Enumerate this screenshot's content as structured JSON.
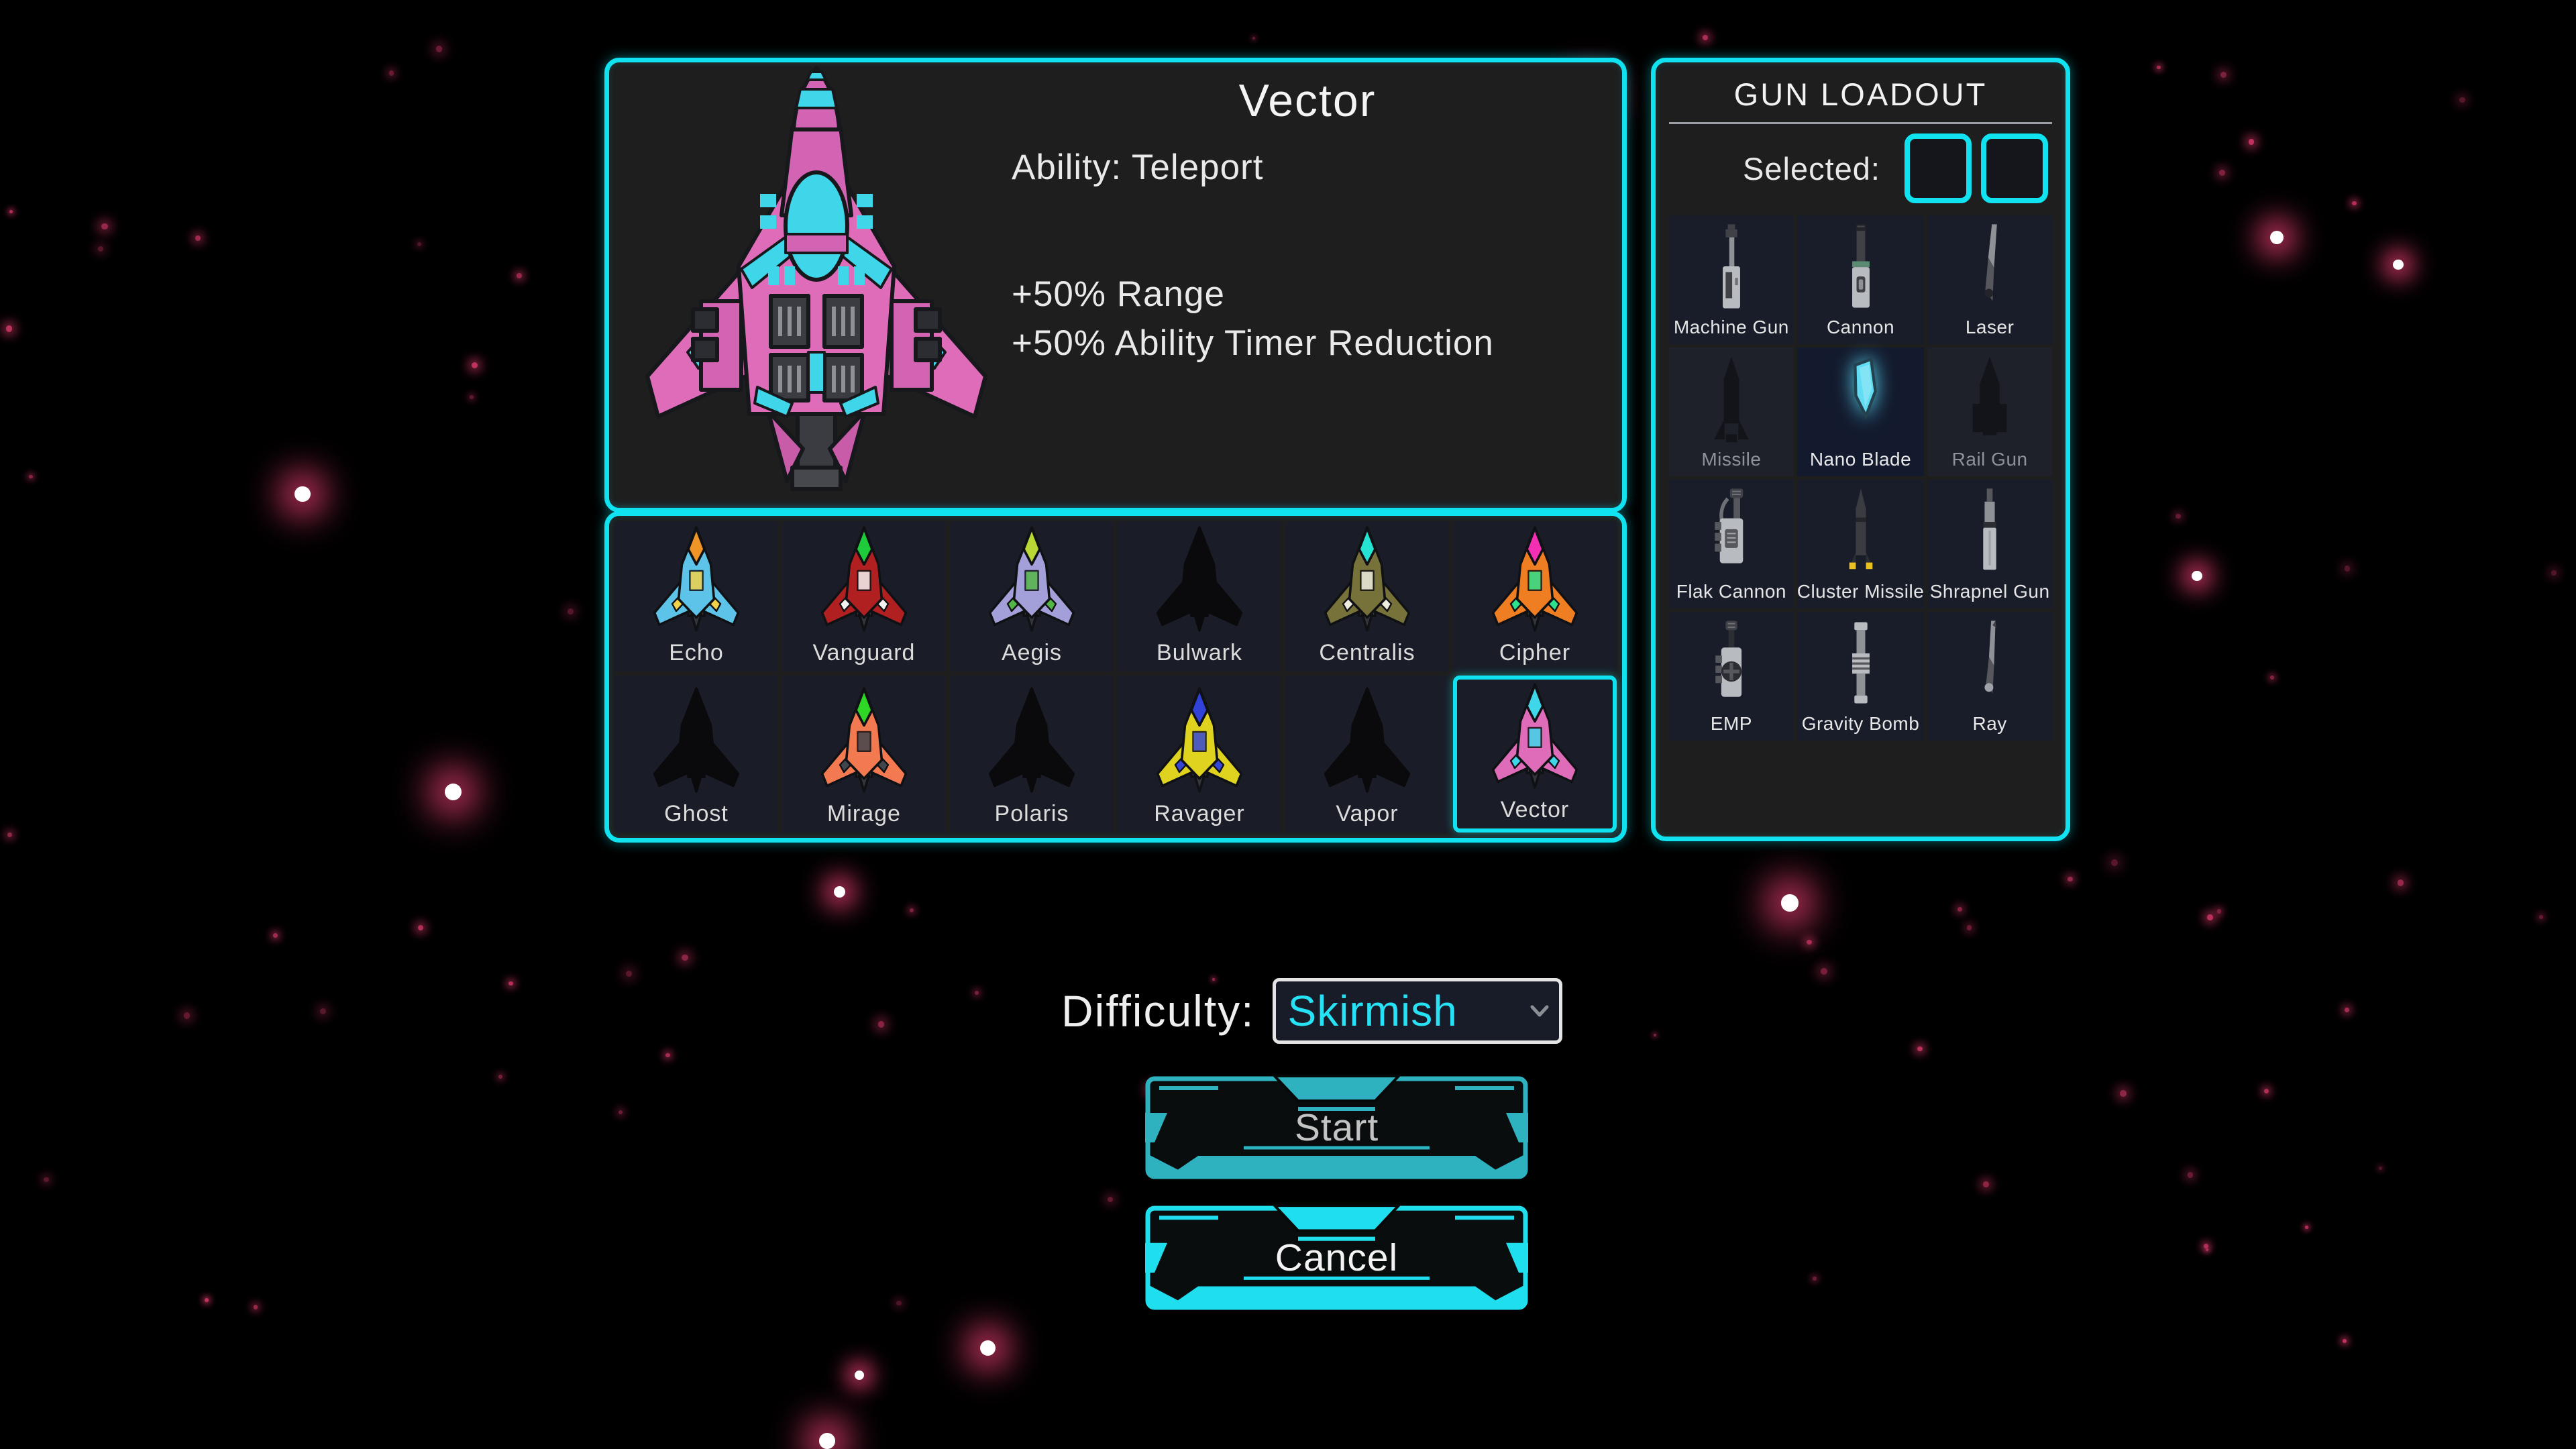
{
  "background": {
    "star_glow_color": "#d93a6a",
    "star_core_color": "#ffffff",
    "base_color": "#000000"
  },
  "theme": {
    "panel_border": "#10e2f0",
    "panel_bg": "#1e1e1e",
    "tile_bg": "#1a1d27",
    "start_frame": "#2fb2c0",
    "cancel_frame": "#1fdeee",
    "value_cyan": "#27e2f5"
  },
  "ship_info": {
    "title": "Vector",
    "ability_line": "Ability: Teleport",
    "stat_lines": "+50% Range\n+50% Ability Timer Reduction"
  },
  "ship_grid": {
    "selected_ship": "Vector",
    "ships": [
      {
        "name": "Echo",
        "locked": false,
        "selected": false,
        "body": "#5ec3e8",
        "accent": "#f2d24b",
        "cockpit": "#ef9426"
      },
      {
        "name": "Vanguard",
        "locked": false,
        "selected": false,
        "body": "#b02020",
        "accent": "#f2f2f2",
        "cockpit": "#1ecb3a"
      },
      {
        "name": "Aegis",
        "locked": false,
        "selected": false,
        "body": "#a39fd8",
        "accent": "#55b648",
        "cockpit": "#b9d835"
      },
      {
        "name": "Bulwark",
        "locked": true,
        "selected": false,
        "body": "#0a0a0c",
        "accent": "#0a0a0c",
        "cockpit": "#0a0a0c"
      },
      {
        "name": "Centralis",
        "locked": false,
        "selected": false,
        "body": "#77713a",
        "accent": "#efece0",
        "cockpit": "#25e4d4"
      },
      {
        "name": "Cipher",
        "locked": false,
        "selected": false,
        "body": "#ef7d22",
        "accent": "#2ce18b",
        "cockpit": "#f32fb4"
      },
      {
        "name": "Ghost",
        "locked": true,
        "selected": false,
        "body": "#0a0a0c",
        "accent": "#0a0a0c",
        "cockpit": "#0a0a0c"
      },
      {
        "name": "Mirage",
        "locked": false,
        "selected": false,
        "body": "#f37a50",
        "accent": "#41464d",
        "cockpit": "#2ed625"
      },
      {
        "name": "Polaris",
        "locked": true,
        "selected": false,
        "body": "#0a0a0c",
        "accent": "#0a0a0c",
        "cockpit": "#0a0a0c"
      },
      {
        "name": "Ravager",
        "locked": false,
        "selected": false,
        "body": "#e0d320",
        "accent": "#3647d8",
        "cockpit": "#3142d8"
      },
      {
        "name": "Vapor",
        "locked": true,
        "selected": false,
        "body": "#0a0a0c",
        "accent": "#0a0a0c",
        "cockpit": "#0a0a0c"
      },
      {
        "name": "Vector",
        "locked": false,
        "selected": true,
        "body": "#df6cb8",
        "accent": "#3fd6ea",
        "cockpit": "#3fd6ea"
      }
    ]
  },
  "gun_loadout": {
    "title": "GUN LOADOUT",
    "selected_label": "Selected:",
    "empty_slots": 2,
    "guns": [
      {
        "name": "Machine Gun",
        "icon": "machine-gun-icon",
        "state": "normal"
      },
      {
        "name": "Cannon",
        "icon": "cannon-icon",
        "state": "normal"
      },
      {
        "name": "Laser",
        "icon": "laser-icon",
        "state": "normal"
      },
      {
        "name": "Missile",
        "icon": "missile-icon",
        "state": "locked"
      },
      {
        "name": "Nano Blade",
        "icon": "nano-blade-icon",
        "state": "highlighted"
      },
      {
        "name": "Rail Gun",
        "icon": "rail-gun-icon",
        "state": "locked"
      },
      {
        "name": "Flak Cannon",
        "icon": "flak-cannon-icon",
        "state": "normal"
      },
      {
        "name": "Cluster Missile",
        "icon": "cluster-missile-icon",
        "state": "normal"
      },
      {
        "name": "Shrapnel Gun",
        "icon": "shrapnel-gun-icon",
        "state": "normal"
      },
      {
        "name": "EMP",
        "icon": "emp-icon",
        "state": "normal"
      },
      {
        "name": "Gravity Bomb",
        "icon": "gravity-bomb-icon",
        "state": "normal"
      },
      {
        "name": "Ray",
        "icon": "ray-icon",
        "state": "normal"
      }
    ]
  },
  "difficulty": {
    "label": "Difficulty:",
    "value": "Skirmish"
  },
  "buttons": {
    "start_label": "Start",
    "cancel_label": "Cancel"
  }
}
